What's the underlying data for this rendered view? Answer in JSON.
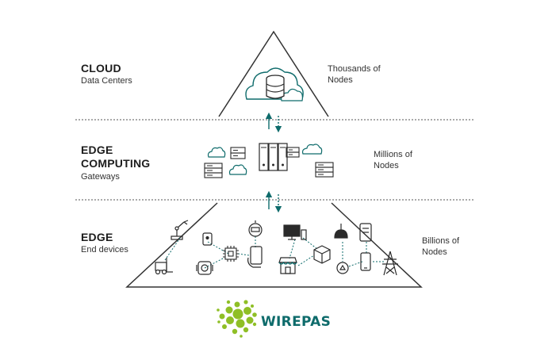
{
  "tiers": {
    "cloud": {
      "title": "CLOUD",
      "subtitle": "Data Centers",
      "scale": [
        "Thousands of",
        "Nodes"
      ]
    },
    "edge_computing": {
      "title": [
        "EDGE",
        "COMPUTING"
      ],
      "subtitle": "Gateways",
      "scale": [
        "Millions of",
        "Nodes"
      ]
    },
    "edge": {
      "title": "EDGE",
      "subtitle": "End devices",
      "scale": [
        "Billions of",
        "Nodes"
      ]
    }
  },
  "brand": {
    "name": "WIREPAS",
    "logo_icon": "dot-cluster-logo"
  },
  "colors": {
    "teal": "#0e6b6b",
    "green": "#8fbf26",
    "dark": "#2a2a2a",
    "line": "#333333"
  },
  "icons": {
    "cloud_tier": [
      "cloud-database-icon"
    ],
    "gateway_tier": [
      "cloud-icon",
      "server-rack-icon",
      "server-tower-icon",
      "cloud-icon",
      "server-rack-icon",
      "cloud-icon",
      "server-rack-icon"
    ],
    "edge_tier": [
      "robot-arm-icon",
      "forklift-icon",
      "wall-sensor-icon",
      "microchip-icon",
      "motor-icon",
      "meter-icon",
      "smartphone-hand-icon",
      "monitor-icon",
      "store-icon",
      "box-icon",
      "ceiling-lamp-icon",
      "thermostat-icon",
      "smoke-detector-icon",
      "mobile-phone-icon",
      "power-pylon-icon"
    ]
  }
}
